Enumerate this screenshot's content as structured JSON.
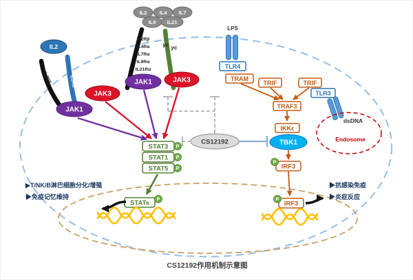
{
  "title_caption": "CS12192作用机制示意图",
  "cytokines_top": [
    "IL2",
    "IL4",
    "IL7",
    "IL9",
    "IL21"
  ],
  "receptor_labels": [
    "IL2Rβ",
    "IL4Rα",
    "IL7Rα",
    "IL9Rα",
    "IL21Rα"
  ],
  "gamma_c": "γc",
  "left_receptor": {
    "ligand": "IL2",
    "beta_chain": "IL2Rβ",
    "alpha_chain": "IL2Rα"
  },
  "kinases": {
    "jak1": "JAK1",
    "jak3": "JAK3"
  },
  "stat_boxes": [
    "STAT3",
    "STAT1",
    "STAT5"
  ],
  "stats_nuclear": "STATs",
  "phospho_label": "P",
  "inhibitor_label": "CS12192",
  "tlr": {
    "lps": "LPS",
    "tlr4": "TLR4",
    "tram": "TRAM",
    "trif_left": "TRIF",
    "trif_right": "TRIF",
    "tlr3": "TLR3",
    "traf3": "TRAF3",
    "ikk_epsilon": "IKKε",
    "tbk1": "TBK1",
    "irf3": "IRF3",
    "irf3_nuclear": "IRF3",
    "dsdna": "dsDNA",
    "endosome": "Endosome"
  },
  "annotations_left": [
    "▶T/NK/B淋巴细胞分化/增殖",
    "▶免疫记忆维持"
  ],
  "annotations_right": [
    "▶抗感染免疫",
    "▶炎症反应"
  ],
  "colors": {
    "jak1_purple": "#7030a0",
    "jak3_red": "#dc1428",
    "stat_green": "#538135",
    "phospho_green": "#70ad47",
    "tlr_orange": "#c55a11",
    "tbk1_blue": "#00b0f0",
    "receptor_blue": "#2e75b6",
    "membrane_blue": "#9dc3e6",
    "nucleus_tan": "#c9a063",
    "endosome_red": "#c00000",
    "dna_gold": "#ffc000",
    "inhibitor_gray": "#dcdcdc",
    "annotation_navy": "#17375e"
  }
}
